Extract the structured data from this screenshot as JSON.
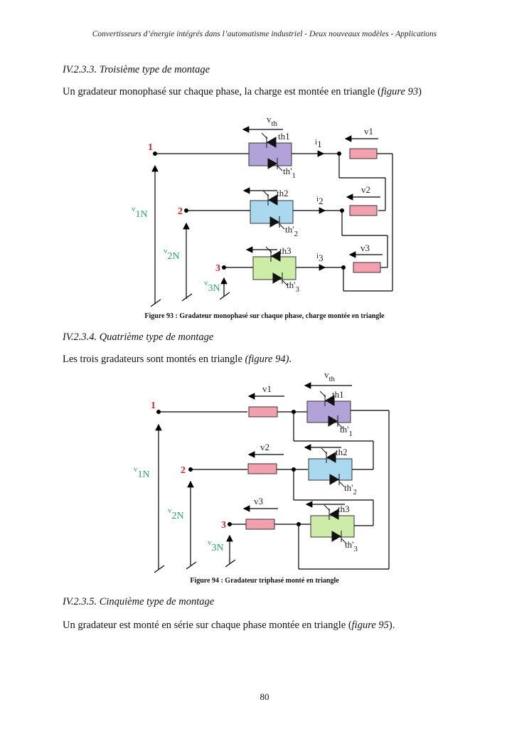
{
  "header": "Convertisseurs d’énergie intégrés dans l’automatisme industriel - Deux nouveaux modèles - Applications",
  "sections": [
    {
      "heading": "IV.2.3.3. Troisième type de montage",
      "text_before": "Un gradateur monophasé sur chaque phase, la charge est montée en triangle (",
      "text_ref": "figure 93",
      "text_after": ")"
    },
    {
      "heading": "IV.2.3.4. Quatrième type de montage",
      "text_before": "Les trois gradateurs sont montés en triangle ",
      "text_ref": "(figure 94)",
      "text_after": "."
    },
    {
      "heading": "IV.2.3.5. Cinquième type de montage",
      "text_before": "Un gradateur est monté en série sur chaque phase montée en triangle (",
      "text_ref": "figure 95",
      "text_after": ")."
    }
  ],
  "figures": {
    "fig93": {
      "caption": "Figure 93 : Gradateur monophasé sur chaque phase, charge montée en triangle",
      "labels": {
        "vth": "v",
        "vth_sub": "th",
        "node1": "1",
        "node2": "2",
        "node3": "3",
        "th1": "th1",
        "th2": "th2",
        "th3": "th3",
        "thp1": "th'",
        "thp2": "th'",
        "thp3": "th'",
        "thp1_sub": "1",
        "thp2_sub": "2",
        "thp3_sub": "3",
        "i1": "i",
        "i2": "i",
        "i3": "i",
        "i1_sub": "1",
        "i2_sub": "2",
        "i3_sub": "3",
        "v1": "v1",
        "v2": "v2",
        "v3": "v3",
        "v1N": "v",
        "v2N": "v",
        "v3N": "v",
        "v1N_sub": "1N",
        "v2N_sub": "2N",
        "v3N_sub": "3N"
      }
    },
    "fig94": {
      "caption": "Figure 94 : Gradateur triphasé monté en triangle",
      "labels": {
        "vth": "v",
        "vth_sub": "th",
        "node1": "1",
        "node2": "2",
        "node3": "3",
        "th1": "th1",
        "th2": "th2",
        "th3": "th3",
        "thp1": "th'",
        "thp2": "th'",
        "thp3": "th'",
        "thp1_sub": "1",
        "thp2_sub": "2",
        "thp3_sub": "3",
        "v1": "v1",
        "v2": "v2",
        "v3": "v3",
        "v1N": "v",
        "v2N": "v",
        "v3N": "v",
        "v1N_sub": "1N",
        "v2N_sub": "2N",
        "v3N_sub": "3N"
      }
    }
  },
  "colors": {
    "gradateur1": "#b3a2d8",
    "gradateur2": "#a9d8ef",
    "gradateur3": "#cdeca8",
    "load": "#f2a0ae",
    "node_number": "#d02828",
    "voltage_label": "#2aa56a"
  },
  "page_number": "80"
}
